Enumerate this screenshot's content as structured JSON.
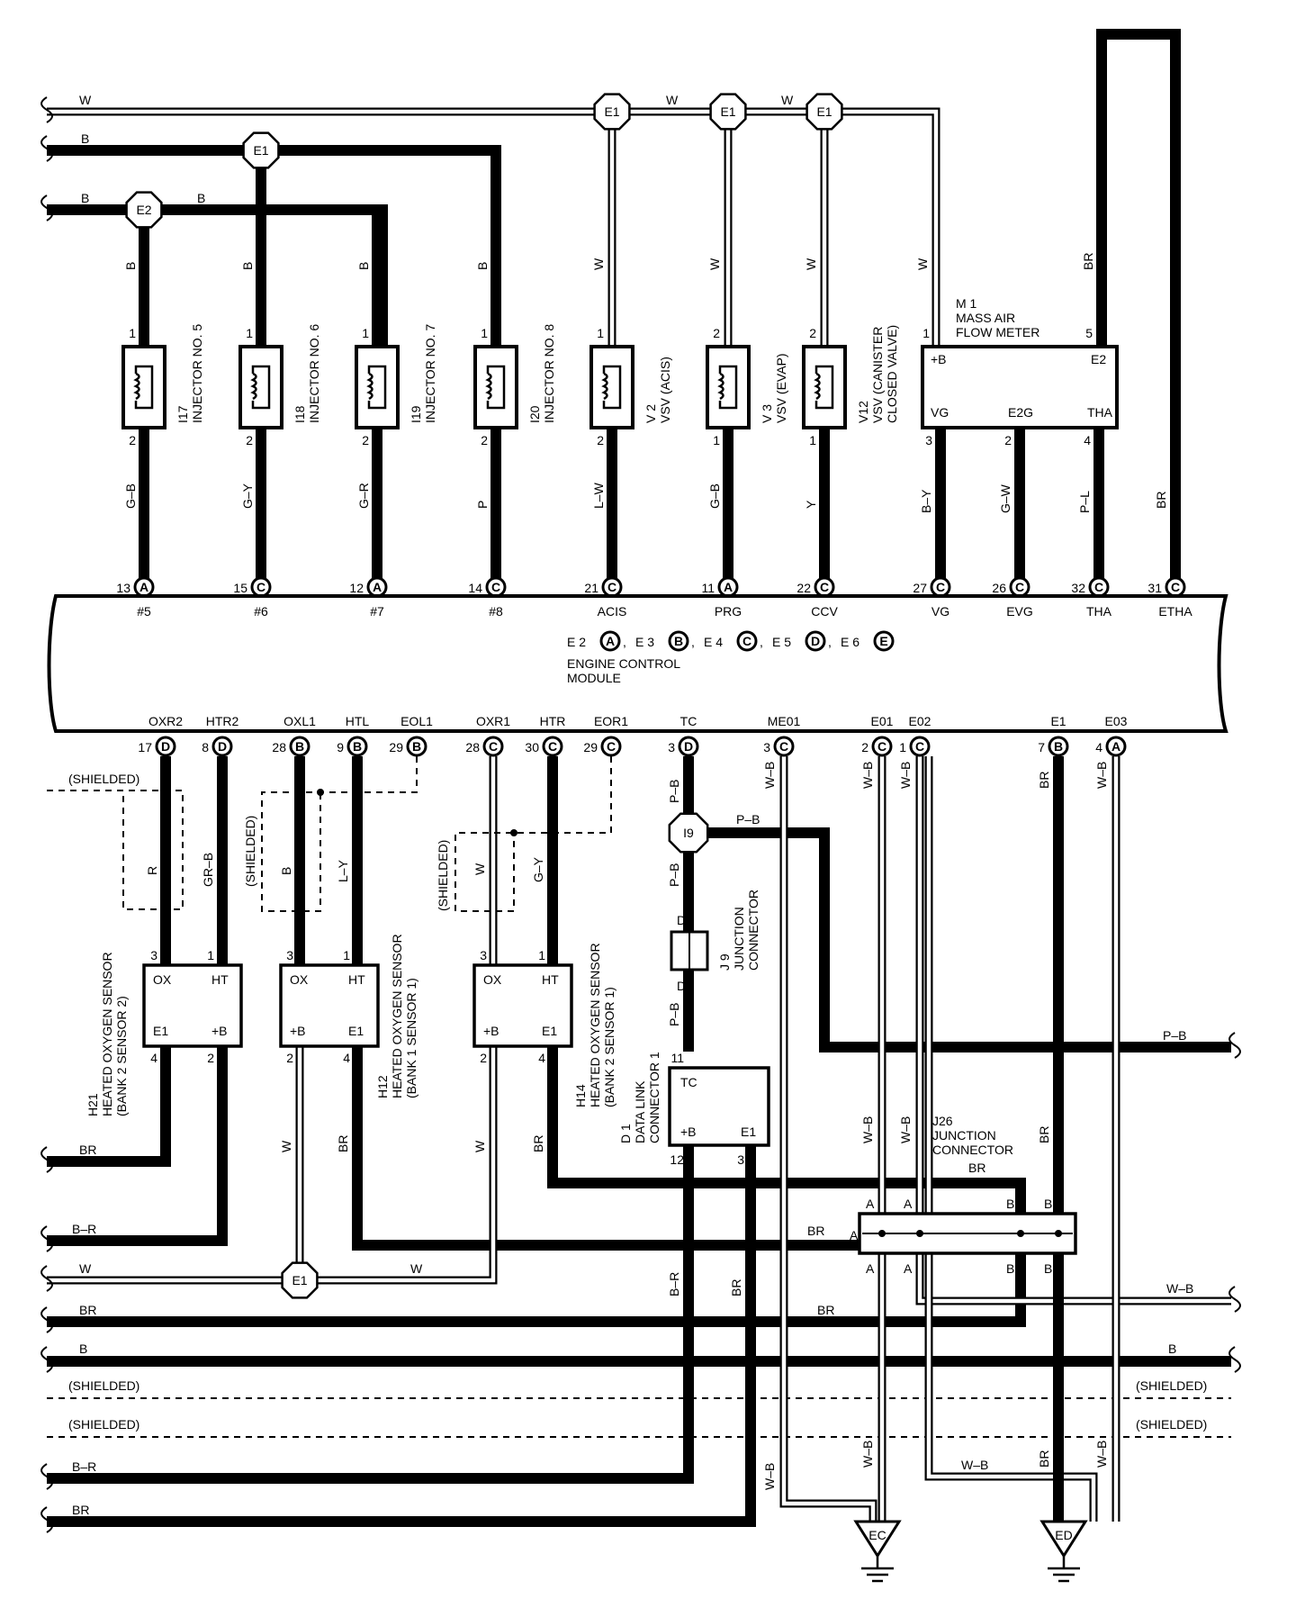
{
  "injectors": [
    {
      "id": "I17",
      "name": "INJECTOR NO. 5",
      "top_pin": "1",
      "bot_pin": "2",
      "wire_top": "B",
      "wire_bot": "G–B",
      "ecm_pin": "13",
      "ecm_conn": "A",
      "ecm_label": "#5"
    },
    {
      "id": "I18",
      "name": "INJECTOR NO. 6",
      "top_pin": "1",
      "bot_pin": "2",
      "wire_top": "B",
      "wire_bot": "G–Y",
      "ecm_pin": "15",
      "ecm_conn": "C",
      "ecm_label": "#6"
    },
    {
      "id": "I19",
      "name": "INJECTOR NO. 7",
      "top_pin": "1",
      "bot_pin": "2",
      "wire_top": "B",
      "wire_bot": "G–R",
      "ecm_pin": "12",
      "ecm_conn": "A",
      "ecm_label": "#7"
    },
    {
      "id": "I20",
      "name": "INJECTOR NO. 8",
      "top_pin": "1",
      "bot_pin": "2",
      "wire_top": "B",
      "wire_bot": "P",
      "ecm_pin": "14",
      "ecm_conn": "C",
      "ecm_label": "#8"
    },
    {
      "id": "V 2",
      "name": "VSV (ACIS)",
      "top_pin": "1",
      "bot_pin": "2",
      "wire_top": "W",
      "wire_bot": "L–W",
      "ecm_pin": "21",
      "ecm_conn": "C",
      "ecm_label": "ACIS"
    },
    {
      "id": "V 3",
      "name": "VSV (EVAP)",
      "top_pin": "2",
      "bot_pin": "1",
      "wire_top": "W",
      "wire_bot": "G–B",
      "ecm_pin": "11",
      "ecm_conn": "A",
      "ecm_label": "PRG"
    },
    {
      "id": "V12",
      "name": "VSV (CANISTER",
      "name2": "CLOSED VALVE)",
      "top_pin": "2",
      "bot_pin": "1",
      "wire_top": "W",
      "wire_bot": "Y",
      "ecm_pin": "22",
      "ecm_conn": "C",
      "ecm_label": "CCV"
    }
  ],
  "maf": {
    "id": "M 1",
    "name1": "MASS AIR",
    "name2": "FLOW METER",
    "t_plus": "+B",
    "t_e2": "E2",
    "t_vg": "VG",
    "t_e2g": "E2G",
    "t_tha": "THA",
    "pin1": "1",
    "pin5": "5",
    "pin3": "3",
    "pin2": "2",
    "pin4": "4",
    "w_top1": "W",
    "w_top5": "BR",
    "w_vg": "B–Y",
    "w_e2g": "G–W",
    "w_tha": "P–L",
    "w_etha": "BR"
  },
  "ecm_top_pins": [
    {
      "pin": "27",
      "conn": "C",
      "label": "VG"
    },
    {
      "pin": "26",
      "conn": "C",
      "label": "EVG"
    },
    {
      "pin": "32",
      "conn": "C",
      "label": "THA"
    },
    {
      "pin": "31",
      "conn": "C",
      "label": "ETHA"
    }
  ],
  "ecm": {
    "connectors": [
      {
        "label": "E 2",
        "conn": "A"
      },
      {
        "label": "E 3",
        "conn": "B"
      },
      {
        "label": "E 4",
        "conn": "C"
      },
      {
        "label": "E 5",
        "conn": "D"
      },
      {
        "label": "E 6",
        "conn": "E"
      }
    ],
    "sep": ",",
    "name1": "ENGINE CONTROL",
    "name2": "MODULE"
  },
  "ecm_bottom_pins": [
    {
      "pin": "17",
      "conn": "D",
      "label": "OXR2"
    },
    {
      "pin": "8",
      "conn": "D",
      "label": "HTR2"
    },
    {
      "pin": "28",
      "conn": "B",
      "label": "OXL1"
    },
    {
      "pin": "9",
      "conn": "B",
      "label": "HTL"
    },
    {
      "pin": "29",
      "conn": "B",
      "label": "EOL1"
    },
    {
      "pin": "28",
      "conn": "C",
      "label": "OXR1"
    },
    {
      "pin": "30",
      "conn": "C",
      "label": "HTR"
    },
    {
      "pin": "29",
      "conn": "C",
      "label": "EOR1"
    },
    {
      "pin": "3",
      "conn": "D",
      "label": "TC"
    },
    {
      "pin": "3",
      "conn": "C",
      "label": "ME01"
    },
    {
      "pin": "2",
      "conn": "C",
      "label": "E01"
    },
    {
      "pin": "1",
      "conn": "C",
      "label": "E02"
    },
    {
      "pin": "7",
      "conn": "B",
      "label": "E1"
    },
    {
      "pin": "4",
      "conn": "A",
      "label": "E03"
    }
  ],
  "splices": {
    "e1": "E1",
    "e2": "E2",
    "i9": "I9"
  },
  "top_wires": {
    "w": "W",
    "b": "B"
  },
  "sensors": [
    {
      "id": "H21",
      "name1": "HEATED OXYGEN SENSOR",
      "name2": "(BANK 2 SENSOR 2)",
      "t1": "OX",
      "t2": "HT",
      "t3": "E1",
      "t4": "+B",
      "p3": "3",
      "p1": "1",
      "p4": "4",
      "p2": "2",
      "w_ox": "R",
      "w_ht": "GR–B",
      "w_out": "BR",
      "shield": "(SHIELDED)"
    },
    {
      "id": "H12",
      "name1": "HEATED OXYGEN SENSOR",
      "name2": "(BANK 1 SENSOR 1)",
      "t1": "OX",
      "t2": "HT",
      "t3": "+B",
      "t4": "E1",
      "p3": "3",
      "p1": "1",
      "p2": "2",
      "p4": "4",
      "w_ox": "B",
      "w_ht": "L–Y",
      "w_b": "W",
      "w_e1": "BR",
      "shield": "(SHIELDED)"
    },
    {
      "id": "H14",
      "name1": "HEATED OXYGEN SENSOR",
      "name2": "(BANK 2 SENSOR 1)",
      "t1": "OX",
      "t2": "HT",
      "t3": "+B",
      "t4": "E1",
      "p3": "3",
      "p1": "1",
      "p2": "2",
      "p4": "4",
      "w_ox": "W",
      "w_ht": "G–Y",
      "w_b": "W",
      "w_e1": "BR",
      "shield": "(SHIELDED)"
    }
  ],
  "j9": {
    "id": "J 9",
    "name": "JUNCTION",
    "name2": "CONNECTOR",
    "pin": "D"
  },
  "dlc": {
    "id": "D 1",
    "name": "DATA LINK",
    "name2": "CONNECTOR 1",
    "t_tc": "TC",
    "t_b": "+B",
    "t_e1": "E1",
    "p11": "11",
    "p12": "12",
    "p3": "3"
  },
  "j26": {
    "id": "J26",
    "name": "JUNCTION",
    "name2": "CONNECTOR",
    "a": "A",
    "b": "B"
  },
  "wire_codes": {
    "pb": "P–B",
    "wb": "W–B",
    "br": "BR",
    "br2": "B–R",
    "w": "W",
    "b": "B",
    "shielded": "(SHIELDED)"
  },
  "grounds": {
    "ec": "EC",
    "ed": "ED"
  }
}
